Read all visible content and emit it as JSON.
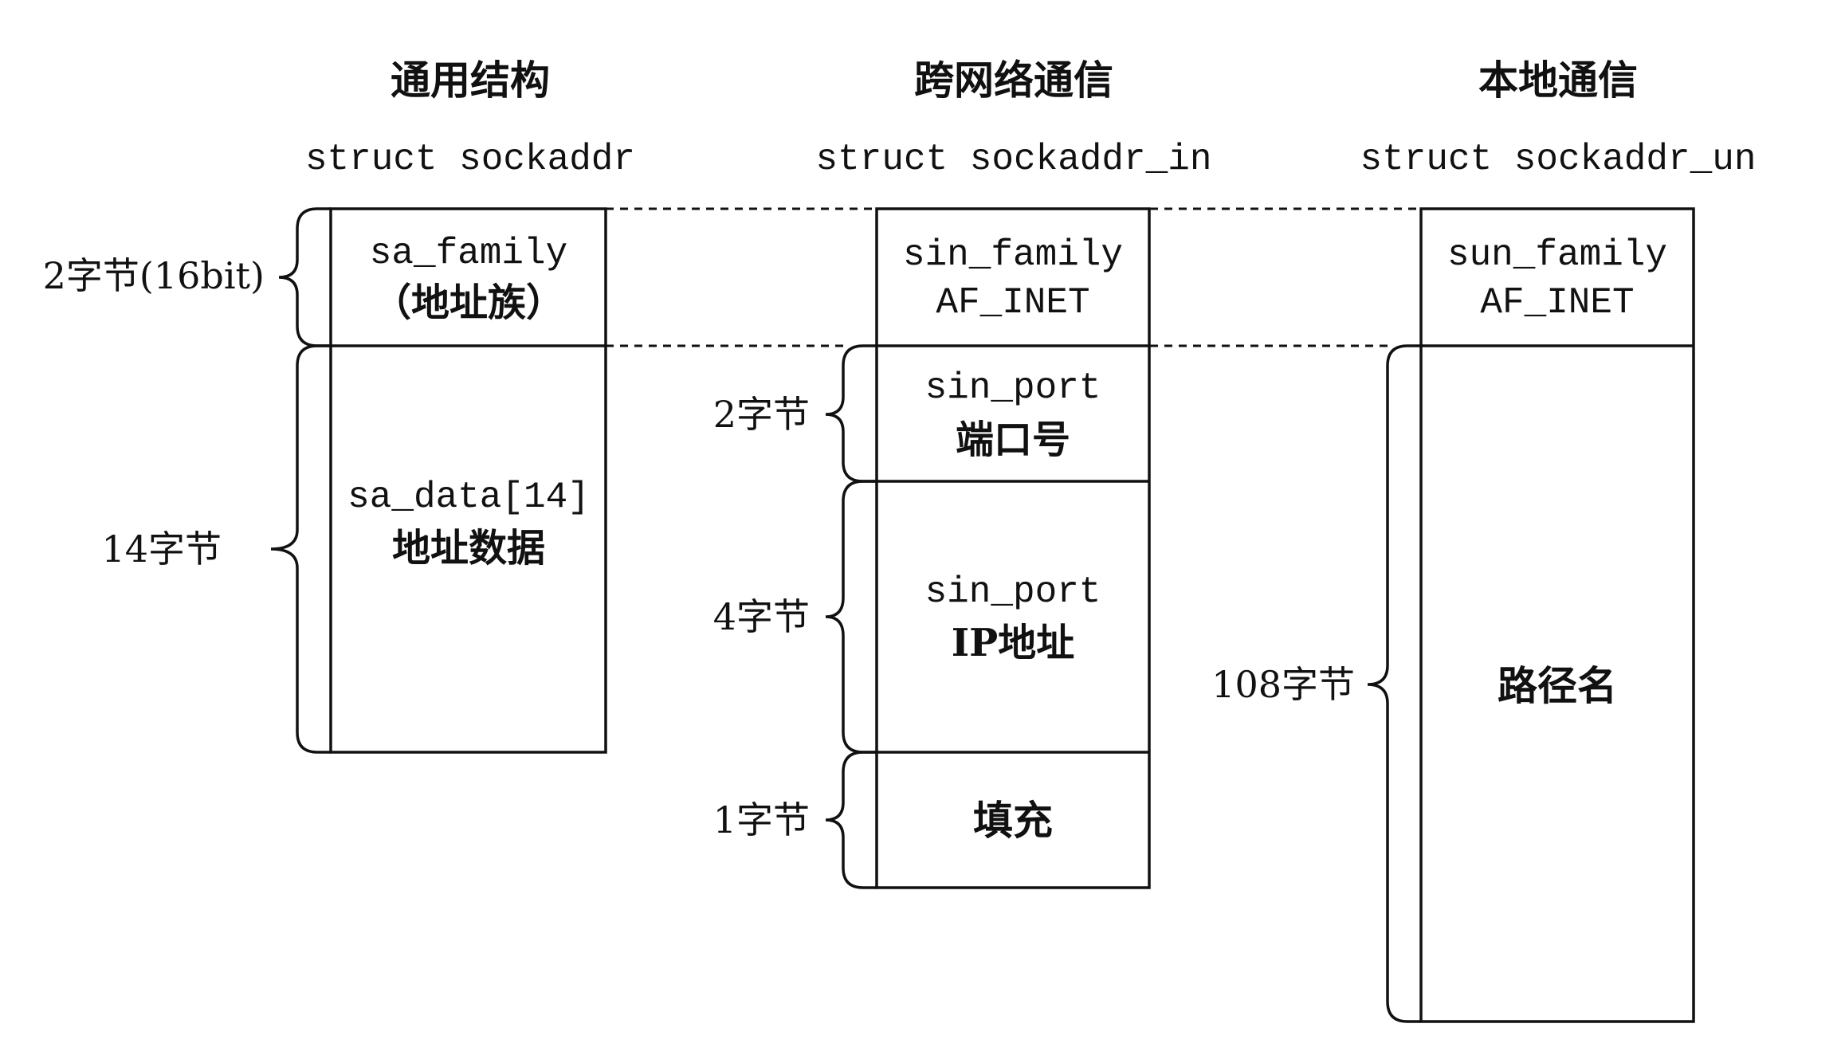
{
  "columns": [
    {
      "title": "通用结构",
      "struct": "struct sockaddr",
      "fields": [
        {
          "line1": "sa_family",
          "line2": "（地址族）",
          "size": "2字节(16bit)"
        },
        {
          "line1": "sa_data[14]",
          "line2": "地址数据",
          "size": "14字节"
        }
      ]
    },
    {
      "title": "跨网络通信",
      "struct": "struct sockaddr_in",
      "fields": [
        {
          "line1": "sin_family",
          "line2": "AF_INET"
        },
        {
          "line1": "sin_port",
          "line2": "端口号",
          "size": "2字节"
        },
        {
          "line1": "sin_port",
          "line2": "IP地址",
          "size": "4字节"
        },
        {
          "label": "填充",
          "size": "1字节"
        }
      ]
    },
    {
      "title": "本地通信",
      "struct": "struct sockaddr_un",
      "fields": [
        {
          "line1": "sun_family",
          "line2": "AF_INET"
        },
        {
          "label": "路径名",
          "size": "108字节"
        }
      ]
    }
  ]
}
